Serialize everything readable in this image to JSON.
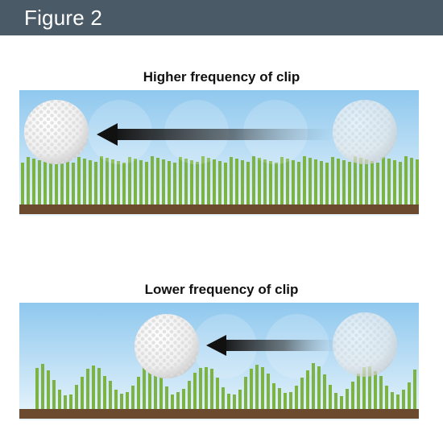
{
  "figure": {
    "title": "Figure 2",
    "header_color": "#4a5a66"
  },
  "panels": [
    {
      "title": "Higher frequency of clip",
      "clip_frequency": "higher",
      "grass_pattern": "dense uniform",
      "arrow_direction": "left"
    },
    {
      "title": "Lower frequency of clip",
      "clip_frequency": "lower",
      "grass_pattern": "clumped uneven",
      "arrow_direction": "left"
    }
  ],
  "colors": {
    "sky_top": "#8fc8ee",
    "sky_bottom": "#e9f5fc",
    "grass": "#7cb342",
    "soil": "#6b4a2e",
    "ball": "#f4f4f4",
    "arrow": "#111111"
  }
}
